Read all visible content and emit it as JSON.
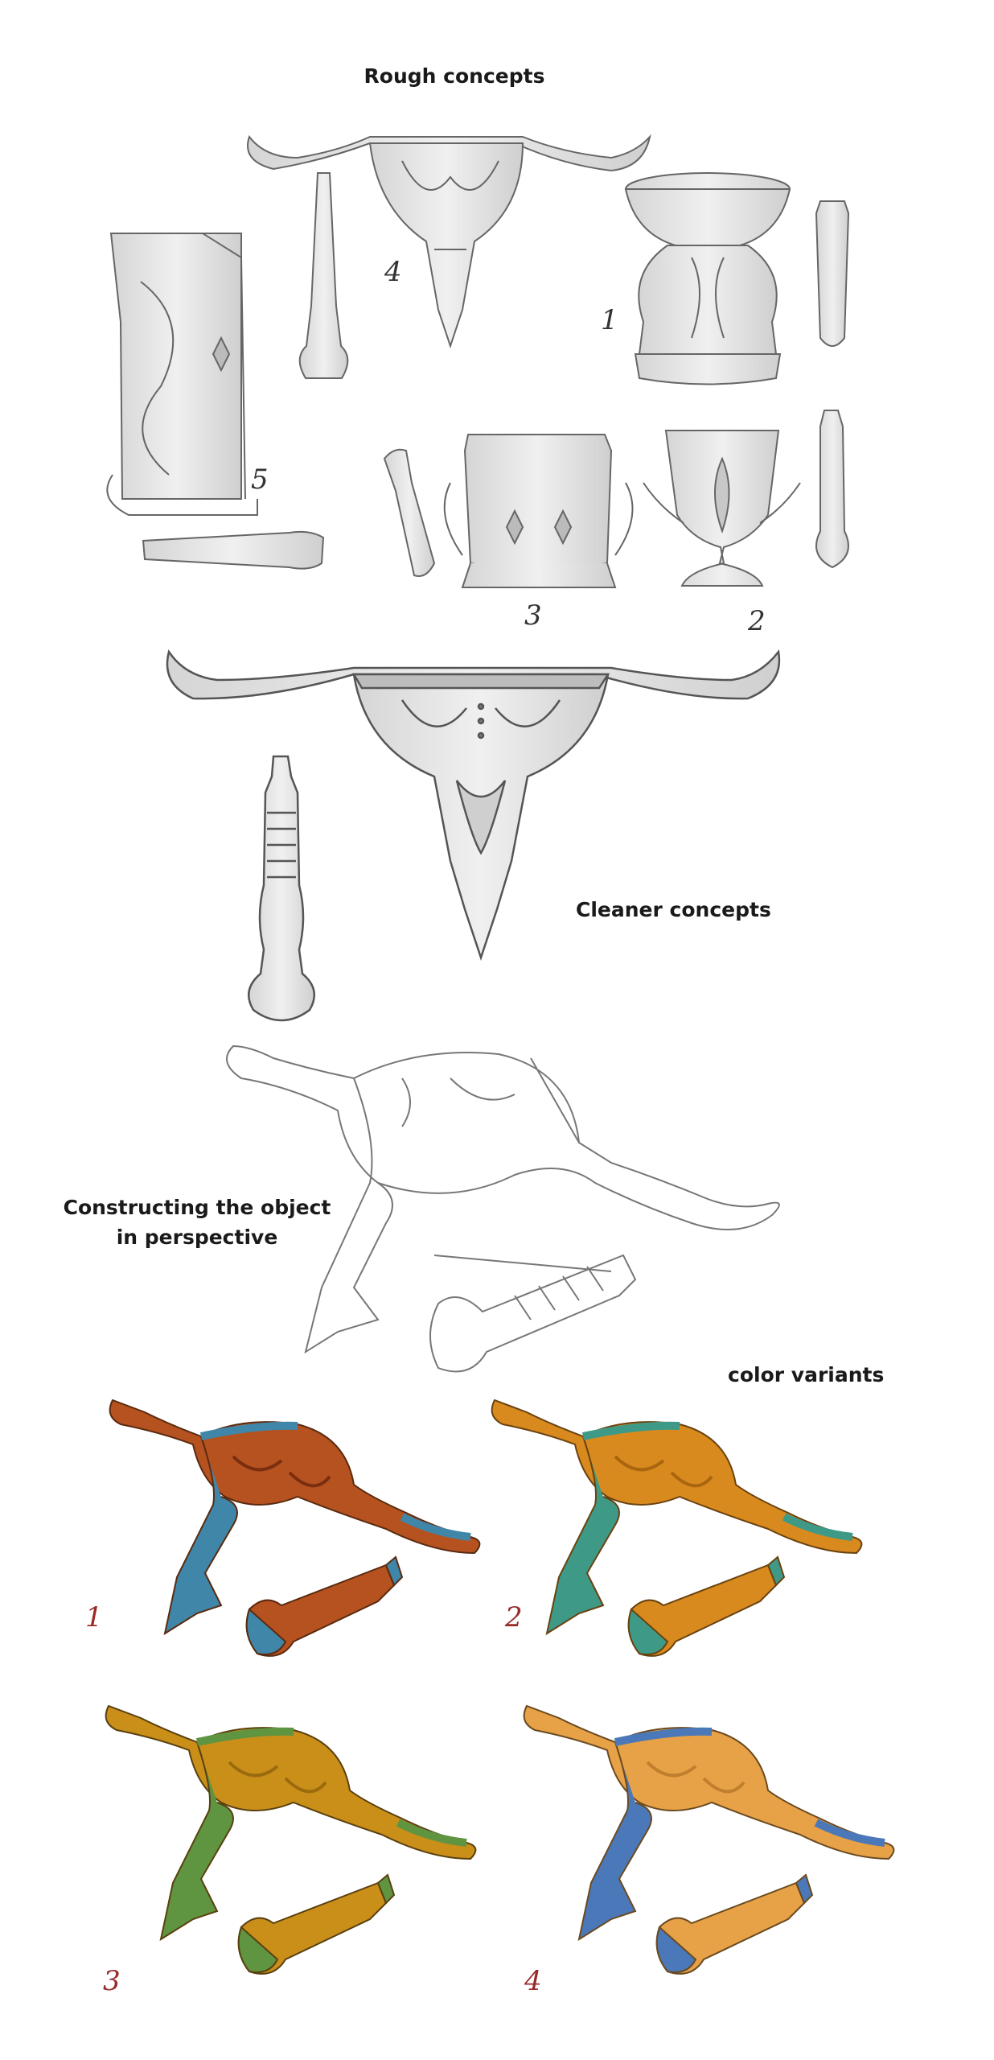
{
  "sections": {
    "rough": "Rough concepts",
    "cleaner": "Cleaner concepts",
    "perspective": "Constructing the object in perspective",
    "variants": "color variants"
  },
  "rough_numbers": [
    "4",
    "1",
    "5",
    "3",
    "2"
  ],
  "variant_numbers": [
    "1",
    "2",
    "3",
    "4"
  ],
  "colors": {
    "sketch_stroke": "#555555",
    "sketch_fill": "#e6e6e6",
    "v1_main": "#b5521f",
    "v1_accent": "#3f86a8",
    "v2_main": "#d98a1e",
    "v2_accent": "#3e9a86",
    "v3_main": "#c98f19",
    "v3_accent": "#5f9440",
    "v4_main": "#e7a146",
    "v4_accent": "#4b78b8",
    "number_red": "#9a2a2a"
  },
  "icons": {
    "mortar": "mortar-illustration",
    "pestle": "pestle-illustration"
  }
}
